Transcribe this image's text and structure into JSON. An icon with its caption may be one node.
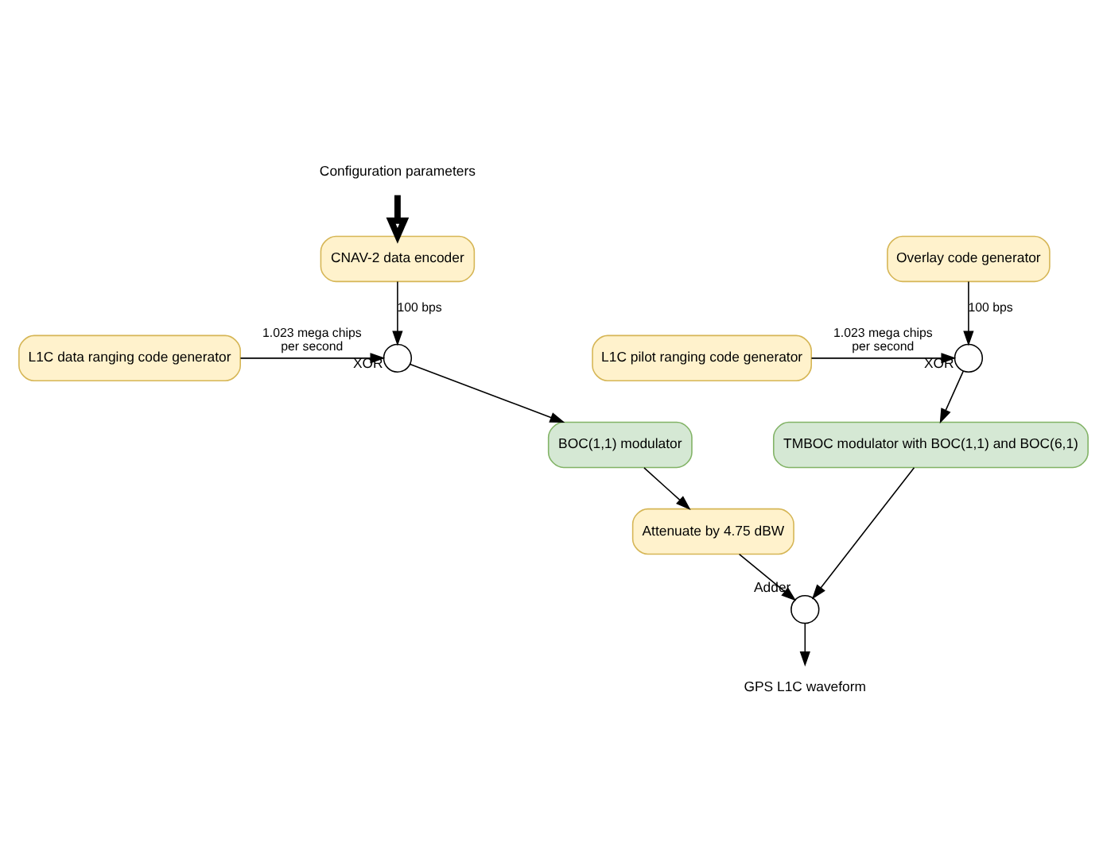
{
  "diagram": {
    "nodes": [
      {
        "text": [
          "Configuration parameters"
        ]
      },
      {
        "text": [
          "CNAV-2 data encoder"
        ]
      },
      {
        "text": [
          "Overlay code generator"
        ]
      },
      {
        "text": [
          "L1C data ranging code generator"
        ]
      },
      {
        "text": [],
        "shape": "circle",
        "beside": [
          "XOR"
        ]
      },
      {
        "text": [
          "L1C pilot ranging code generator"
        ]
      },
      {
        "text": [],
        "shape": "circle",
        "beside": [
          "XOR"
        ]
      },
      {
        "text": [
          "BOC(1,1) modulator"
        ]
      },
      {
        "text": [
          "TMBOC modulator with BOC(1,1) and BOC(6,1)"
        ]
      },
      {
        "text": [
          "Attenuate by 4.75 dBW"
        ]
      },
      {
        "text": [],
        "shape": "circle",
        "beside": [
          "Adder"
        ]
      },
      {
        "text": [
          "GPS L1C waveform"
        ]
      }
    ],
    "edges": [
      {
        "from": 0,
        "to": 1,
        "arrow": "to",
        "style": "thick"
      },
      {
        "from": 1,
        "to": 4,
        "arrow": "to",
        "label": "100 bps"
      },
      {
        "from": 3,
        "to": 4,
        "arrow": "to",
        "label": "1.023 mega chips per second"
      },
      {
        "from": 2,
        "to": 6,
        "arrow": "to",
        "label": "100 bps"
      },
      {
        "from": 5,
        "to": 6,
        "arrow": "to",
        "label": "1.023 mega chips per second"
      },
      {
        "from": 4,
        "to": 7,
        "arrow": "to"
      },
      {
        "from": 6,
        "to": 8,
        "arrow": "to"
      },
      {
        "from": 7,
        "to": 9,
        "arrow": "to"
      },
      {
        "from": 9,
        "to": 10,
        "arrow": "to"
      },
      {
        "from": 8,
        "to": 10,
        "arrow": "to"
      },
      {
        "from": 10,
        "to": 11,
        "arrow": "to"
      }
    ]
  }
}
